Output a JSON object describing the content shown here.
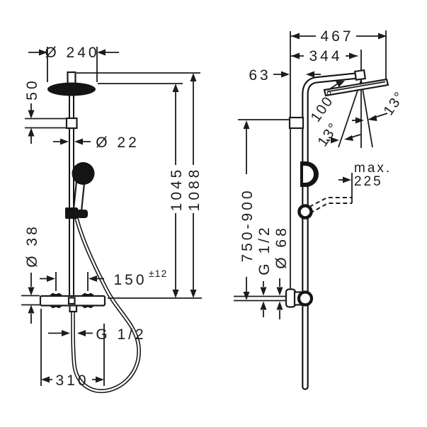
{
  "front_view": {
    "head_diameter": "Ø 240",
    "head_offset": "50",
    "pipe_diameter": "Ø 22",
    "height_to_head": "1045",
    "height_overall": "1088",
    "valve_body_diameter": "Ø 38",
    "connection_spacing": "150",
    "connection_tolerance": "±12",
    "hose_connection_thread": "G 1/2",
    "valve_width": "310"
  },
  "side_view": {
    "reach_overall": "467",
    "reach_to_pivot": "344",
    "wall_to_pipe": "63",
    "head_swivel_angle": "100°",
    "head_tilt_left": "13°",
    "head_tilt_right": "13°",
    "holder_max_label": "max.",
    "holder_max_value": "225",
    "height_adjust_range": "750-900",
    "supply_thread": "G 1/2",
    "escutcheon_diameter": "Ø 68"
  }
}
